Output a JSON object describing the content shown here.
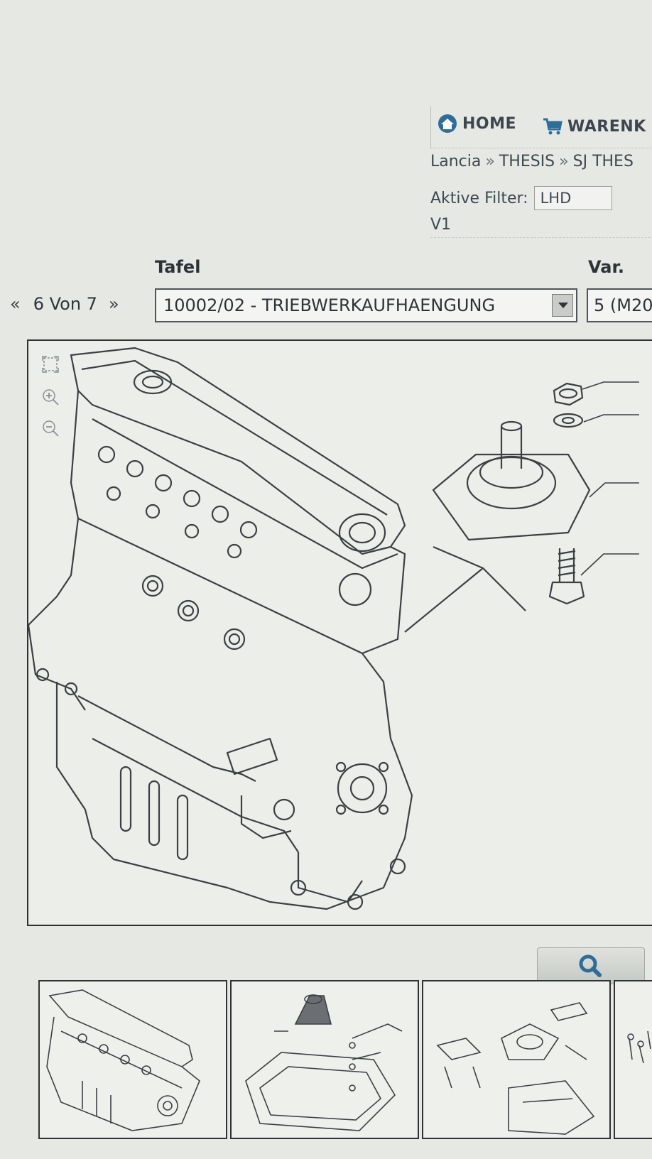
{
  "nav": {
    "home_label": "HOME",
    "cart_label": "WARENK",
    "breadcrumb": [
      "Lancia",
      "THESIS",
      "SJ THES"
    ],
    "filter_label": "Aktive Filter:",
    "filter_value": "LHD",
    "variant_code": "V1"
  },
  "selector": {
    "tafel_label": "Tafel",
    "var_label": "Var.",
    "page_text": "6 Von 7",
    "prev_icon": "double-chevron-left-icon",
    "next_icon": "double-chevron-right-icon",
    "tafel_value": "10002/02 - TRIEBWERKAUFHAENGUNG",
    "var_value": "5 (M20"
  },
  "diagram": {
    "tools": [
      "fit-screen-icon",
      "zoom-in-icon",
      "zoom-out-icon"
    ]
  },
  "zoom_button_icon": "magnifier-icon",
  "thumbnails": [
    "engine-block",
    "engine-mount-oil-pan",
    "engine-mount-parts",
    "partial-parts"
  ]
}
